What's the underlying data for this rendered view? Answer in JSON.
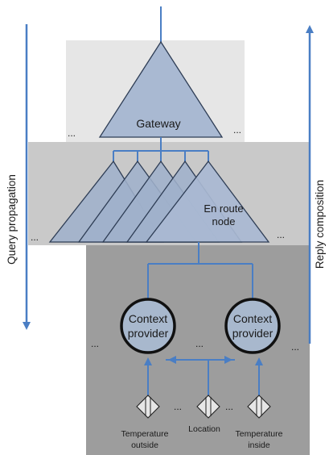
{
  "left_arrow": {
    "label": "Query propagation"
  },
  "right_arrow": {
    "label": "Reply composition"
  },
  "gateway": {
    "label": "Gateway",
    "ellipsis_left": "...",
    "ellipsis_right": "..."
  },
  "en_route": {
    "label_line1": "En route",
    "label_line2": "node",
    "ellipsis_left": "...",
    "ellipsis_right": "..."
  },
  "context_providers": [
    {
      "line1": "Context",
      "line2": "provider"
    },
    {
      "line1": "Context",
      "line2": "provider"
    }
  ],
  "context_ellipses": {
    "left": "...",
    "middle": "...",
    "right": "..."
  },
  "sensors": [
    {
      "line1": "Temperature",
      "line2": "outside"
    },
    {
      "line1": "Location",
      "line2": ""
    },
    {
      "line1": "Temperature",
      "line2": "inside"
    }
  ],
  "sensor_ellipses": {
    "first": "...",
    "second": "..."
  },
  "colors": {
    "arrow_blue": "#4a7ec4",
    "gateway_panel": "#e6e6e6",
    "enroute_panel": "#c9c9c9",
    "context_panel": "#9d9d9d",
    "triangle_fill": "#a9b9d2",
    "triangle_stroke": "#2e3d55",
    "provider_fill": "#a8b8cd"
  }
}
